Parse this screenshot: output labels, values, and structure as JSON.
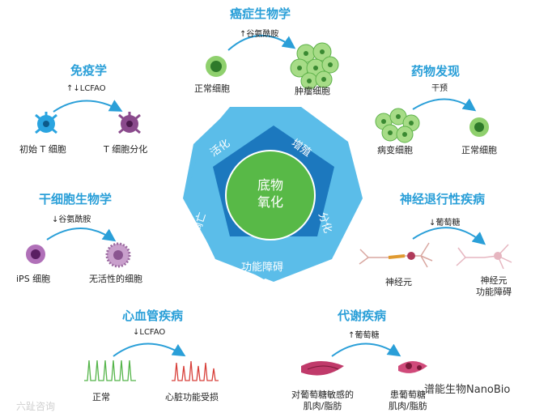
{
  "center": {
    "core": [
      "底物",
      "氧化"
    ],
    "segments": {
      "activation": "活化",
      "proliferation": "增殖",
      "differentiation": "分化",
      "dysfunction": "功能障碍",
      "death": "凋亡"
    }
  },
  "sections": {
    "cancer": {
      "title": "癌症生物学",
      "arrow_note": "↑谷氨酰胺",
      "left": "正常细胞",
      "right": "肿瘤细胞"
    },
    "immunity": {
      "title": "免疫学",
      "arrow_note": "↑↓LCFAO",
      "left": "初始 T 细胞",
      "right": "T 细胞分化"
    },
    "drug": {
      "title": "药物发现",
      "arrow_note": "干预",
      "left": "病变细胞",
      "right": "正常细胞"
    },
    "stem": {
      "title": "干细胞生物学",
      "arrow_note": "↓谷氨酰胺",
      "left": "iPS 细胞",
      "right": "无活性的细胞"
    },
    "neuro": {
      "title": "神经退行性疾病",
      "arrow_note": "↓葡萄糖",
      "left": "神经元",
      "right_line1": "神经元",
      "right_line2": "功能障碍"
    },
    "cardio": {
      "title": "心血管疾病",
      "arrow_note": "↓LCFAO",
      "left": "正常",
      "right": "心脏功能受损"
    },
    "metabolic": {
      "title": "代谢疾病",
      "arrow_note": "↑葡萄糖",
      "left_line1": "对葡萄糖敏感的",
      "left_line2": "肌肉/脂肪",
      "right_line1": "患葡萄糖",
      "right_line2": "肌肉/脂肪"
    }
  },
  "watermarks": {
    "left": "六趾咨询",
    "right": "谱能生物NanoBio"
  },
  "colors": {
    "title_blue": "#2a9fd8",
    "outer_pentagon": "#5bbde9",
    "inner_pentagon": "#1c78be",
    "core_green": "#58b947",
    "arrow": "#2a9fd8"
  }
}
